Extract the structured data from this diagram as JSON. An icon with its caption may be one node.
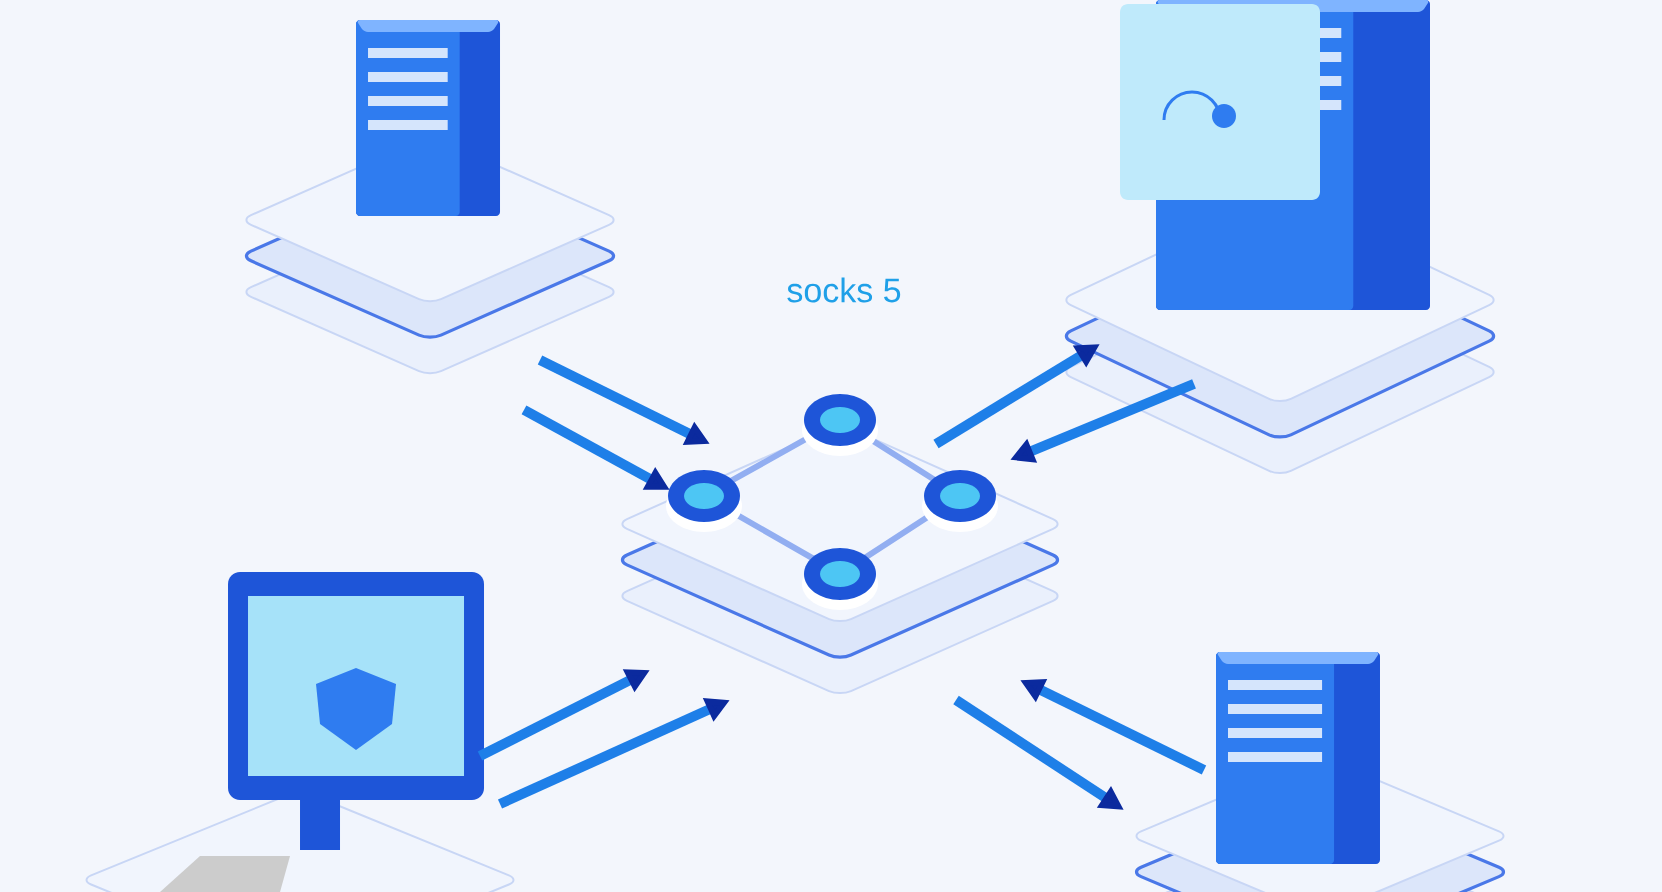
{
  "diagram": {
    "nodes": [
      {
        "text": [],
        "shape": "picture"
      },
      {
        "text": [],
        "shape": "picture"
      },
      {
        "text": [],
        "shape": "picture"
      },
      {
        "text": [],
        "shape": "picture"
      },
      {
        "text": [],
        "shape": "picture"
      }
    ],
    "edges": [
      {
        "from": 0,
        "to": 2,
        "arrow": "to"
      },
      {
        "from": 0,
        "to": 2,
        "arrow": "to"
      },
      {
        "from": 2,
        "to": 1,
        "arrow": "to"
      },
      {
        "from": 1,
        "to": 2,
        "arrow": "to"
      },
      {
        "from": 3,
        "to": 2,
        "arrow": "to"
      },
      {
        "from": 3,
        "to": 2,
        "arrow": "to"
      },
      {
        "from": 2,
        "to": 4,
        "arrow": "to"
      },
      {
        "from": 4,
        "to": 2,
        "arrow": "to"
      }
    ],
    "labels": [
      "socks 5"
    ]
  }
}
